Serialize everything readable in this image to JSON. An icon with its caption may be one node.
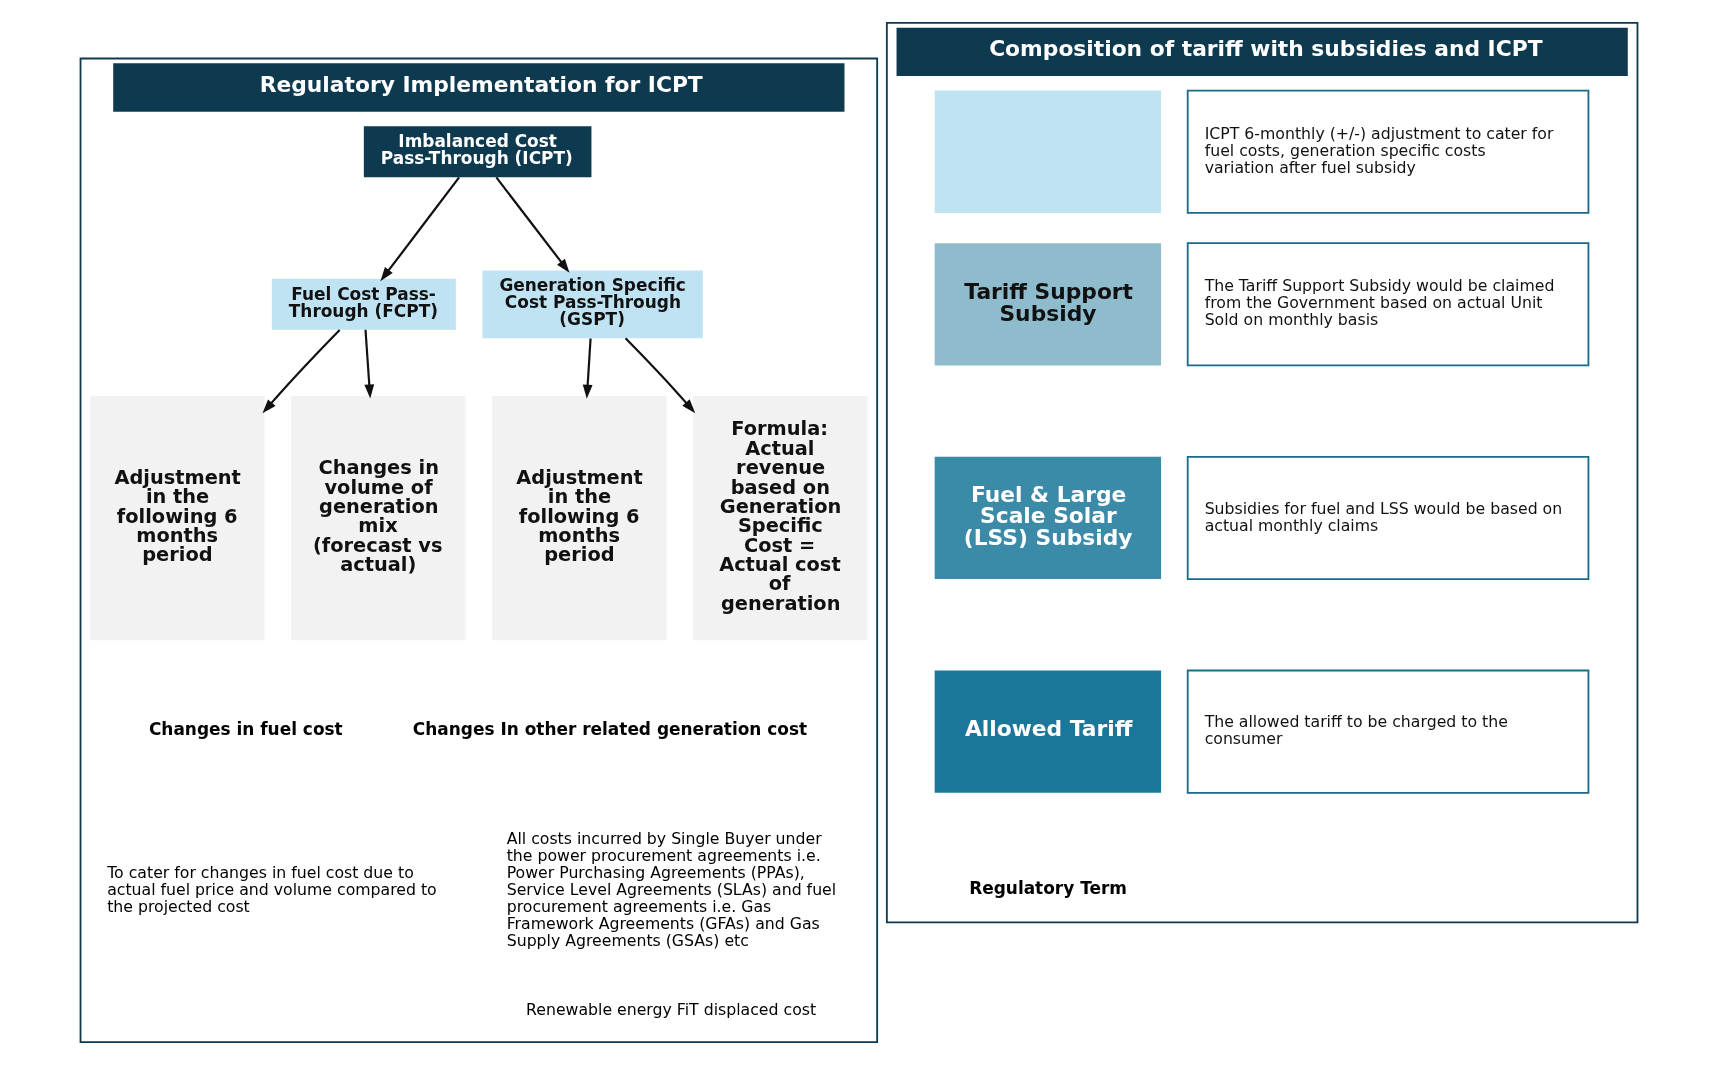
{
  "diagram": {
    "nodes": [
      {
        "text": [
          "Regulatory Implementation for ICPT"
        ]
      },
      {
        "text": [
          "Imbalanced Cost Pass-Through (ICPT)"
        ],
        "in": 0
      },
      {
        "text": [
          "Fuel Cost Pass-Through (FCPT)"
        ],
        "in": 0
      },
      {
        "text": [
          "Generation Specific Cost Pass-Through (GSPT)"
        ],
        "in": 0
      },
      {
        "text": [
          "Adjustment in the following 6 months period"
        ],
        "in": 0
      },
      {
        "text": [
          "Changes in volume of generation mix (forecast vs actual)"
        ],
        "in": 0
      },
      {
        "text": [
          "Adjustment in the following 6 months period"
        ],
        "in": 0
      },
      {
        "text": [
          "Formula: Actual revenue based on Generation Specific Cost = Actual cost of generation"
        ],
        "in": 0
      },
      {
        "text": [
          "Composition of tariff with subsidies and ICPT"
        ]
      },
      {
        "text": [],
        "shape": "box",
        "in": 8
      },
      {
        "text": [
          "Tariff Support Subsidy"
        ],
        "in": 8
      },
      {
        "text": [
          "Fuel & Large Scale Solar (LSS) Subsidy"
        ],
        "in": 8
      },
      {
        "text": [
          "Allowed Tariff"
        ],
        "in": 8
      },
      {
        "text": [
          "ICPT 6-monthly (+/-) adjustment to cater for fuel costs, generation specific costs variation after fuel subsidy"
        ],
        "in": 8
      },
      {
        "text": [
          "The Tariff Support Subsidy would be claimed from the Government based on actual Unit Sold on monthly basis"
        ],
        "in": 8
      },
      {
        "text": [
          "Subsidies for fuel and LSS would be based on actual monthly claims"
        ],
        "in": 8
      },
      {
        "text": [
          "The allowed tariff to be charged to the consumer"
        ],
        "in": 8
      }
    ],
    "edges": [
      {
        "from": 1,
        "to": 2,
        "arrow": "to"
      },
      {
        "from": 1,
        "to": 3,
        "arrow": "to"
      },
      {
        "from": 2,
        "to": 4,
        "arrow": "to"
      },
      {
        "from": 2,
        "to": 5,
        "arrow": "to"
      },
      {
        "from": 3,
        "to": 6,
        "arrow": "to"
      },
      {
        "from": 3,
        "to": 7,
        "arrow": "to"
      }
    ],
    "labels": [
      "Changes in fuel cost",
      "To cater for changes in fuel cost due to actual fuel price and volume compared to the projected cost",
      "Changes In other related generation cost",
      "All costs incurred by Single Buyer under the power procurement agreements i.e. Power Purchasing Agreements (PPAs), Service Level Agreements (SLAs) and fuel procurement agreements i.e. Gas Framework Agreements (GFAs) and Gas Supply Agreements (GSAs) etc",
      "Renewable energy FiT displaced cost",
      "Regulatory Term"
    ]
  }
}
